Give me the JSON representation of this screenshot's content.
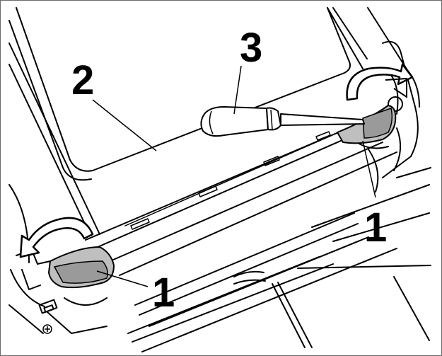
{
  "figure": {
    "callouts": {
      "label_2": "2",
      "label_3": "3",
      "label_1_right": "1",
      "label_1_left": "1"
    },
    "colors": {
      "ink": "#000000",
      "tab_fill": "#bfbfbf",
      "tab_shade": "#9a9a9a",
      "frame_border": "#6a6a6a",
      "paper": "#ffffff"
    },
    "icons": [
      "rotate-arrow-icon",
      "screwdriver-icon",
      "screw-icon"
    ]
  }
}
